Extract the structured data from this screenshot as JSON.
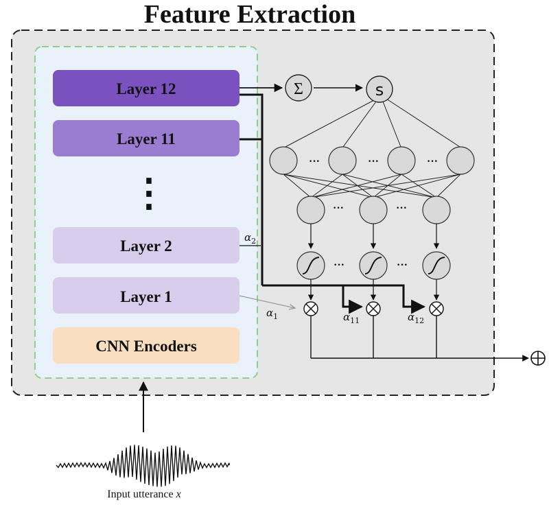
{
  "title": "Feature Extraction",
  "encoder": {
    "layers": [
      {
        "id": "layer-12",
        "label": "Layer 12"
      },
      {
        "id": "layer-11",
        "label": "Layer 11"
      },
      {
        "id": "layer-2",
        "label": "Layer 2"
      },
      {
        "id": "layer-1",
        "label": "Layer 1"
      }
    ],
    "cnn_label": "CNN Encoders",
    "ellipsis": "⋮"
  },
  "nodes": {
    "sum_symbol": "Σ",
    "s_label": "s",
    "hidden_ellipsis": "···",
    "output_symbol": "⊕",
    "multiply_symbol": "⊗"
  },
  "weights": {
    "alpha_2": {
      "base": "α",
      "sub": "2"
    },
    "alpha_1": {
      "base": "α",
      "sub": "1"
    },
    "alpha_11": {
      "base": "α",
      "sub": "11"
    },
    "alpha_12": {
      "base": "α",
      "sub": "12"
    }
  },
  "input": {
    "label_text": "Input utterance ",
    "label_var": "x"
  },
  "colors": {
    "outer_bg": "#e6e6e6",
    "encoder_bg": "#e9f2fb",
    "encoder_border": "#8fcf8a",
    "layer_12": "#7a51bf",
    "layer_11": "#9a7dd0",
    "layer_2": "#d8cdeb",
    "layer_1": "#d8cdeb",
    "cnn": "#f9dfbf",
    "node_fill": "#d9d9d9"
  }
}
